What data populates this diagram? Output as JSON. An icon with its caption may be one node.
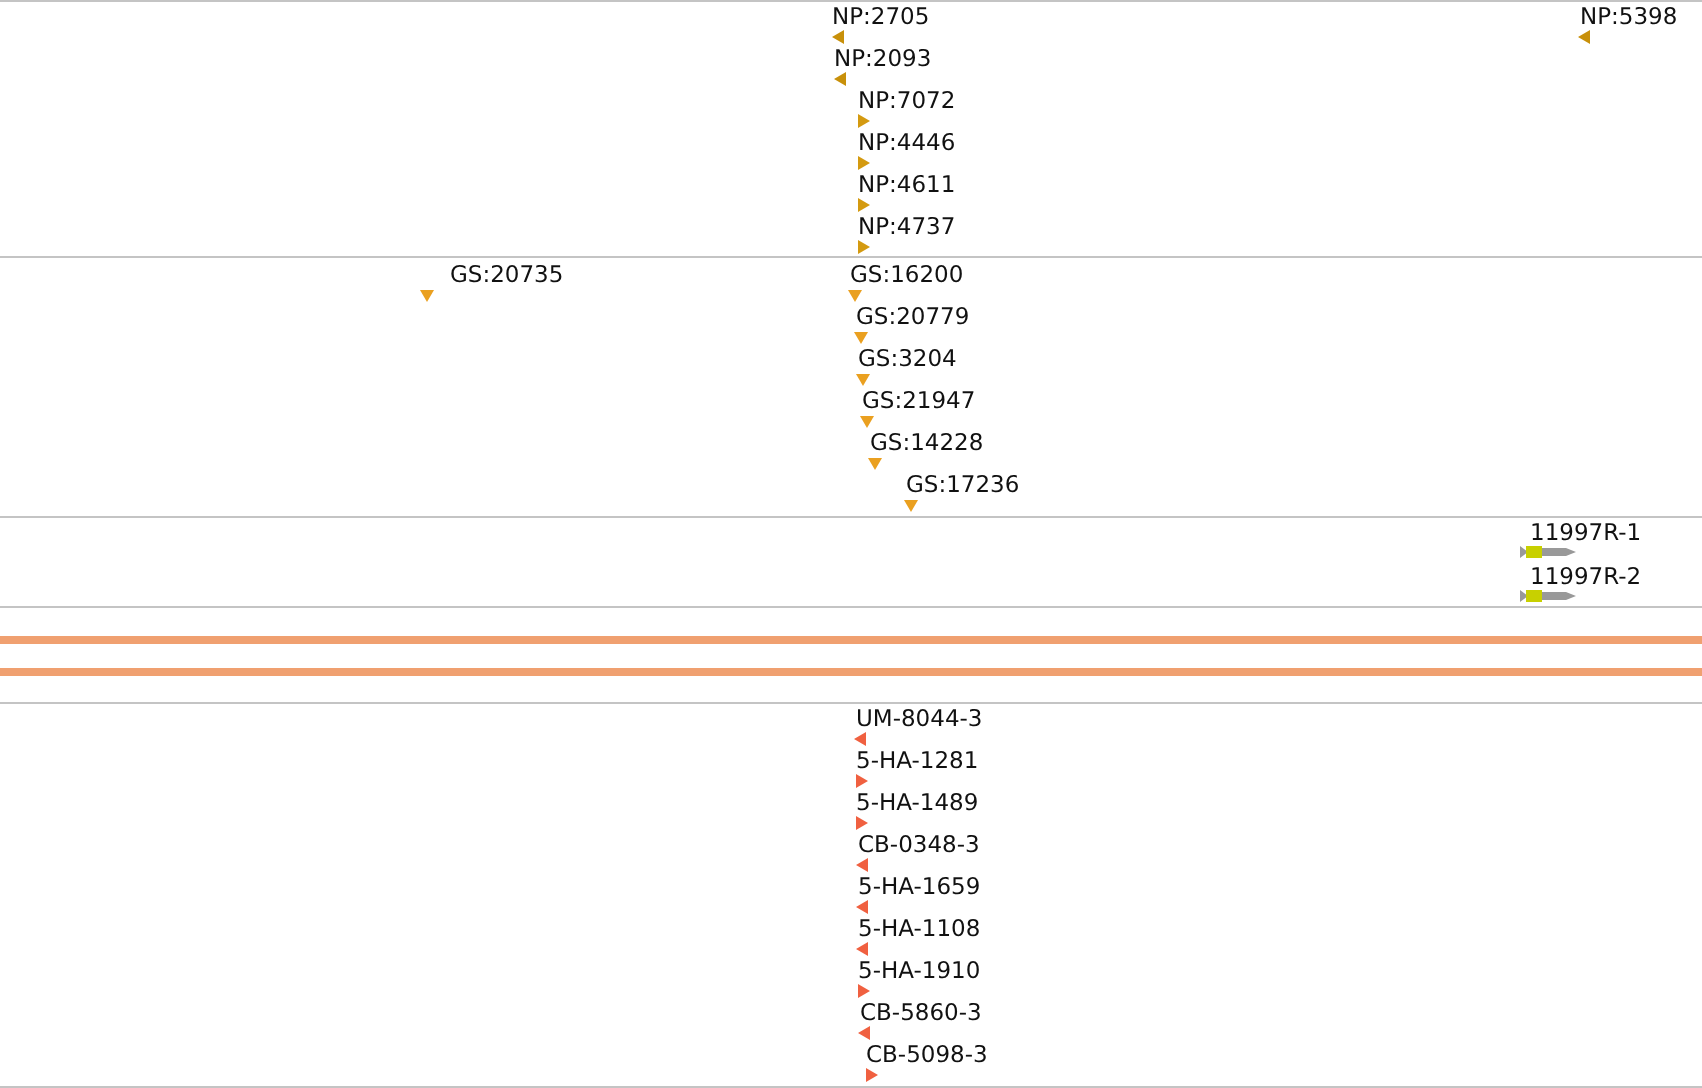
{
  "diagram": {
    "labels": [
      "NP:2705",
      "NP:5398",
      "NP:2093",
      "NP:7072",
      "NP:4446",
      "NP:4611",
      "NP:4737",
      "GS:20735",
      "GS:16200",
      "GS:20779",
      "GS:3204",
      "GS:21947",
      "GS:14228",
      "GS:17236",
      "11997R-1",
      "11997R-2",
      "UM-8044-3",
      "5-HA-1281",
      "5-HA-1489",
      "CB-0348-3",
      "5-HA-1659",
      "5-HA-1108",
      "5-HA-1910",
      "CB-5860-3",
      "CB-5098-3"
    ]
  }
}
